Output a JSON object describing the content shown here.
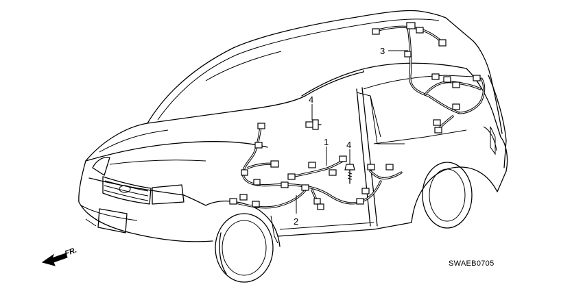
{
  "callouts": [
    {
      "id": "1",
      "label": "1"
    },
    {
      "id": "2",
      "label": "2"
    },
    {
      "id": "3",
      "label": "3"
    },
    {
      "id": "4a",
      "label": "4"
    },
    {
      "id": "4b",
      "label": "4"
    }
  ],
  "direction_label": "FR.",
  "diagram_code": "SWAEB0705",
  "icons": [
    "front-direction-arrow-icon"
  ]
}
